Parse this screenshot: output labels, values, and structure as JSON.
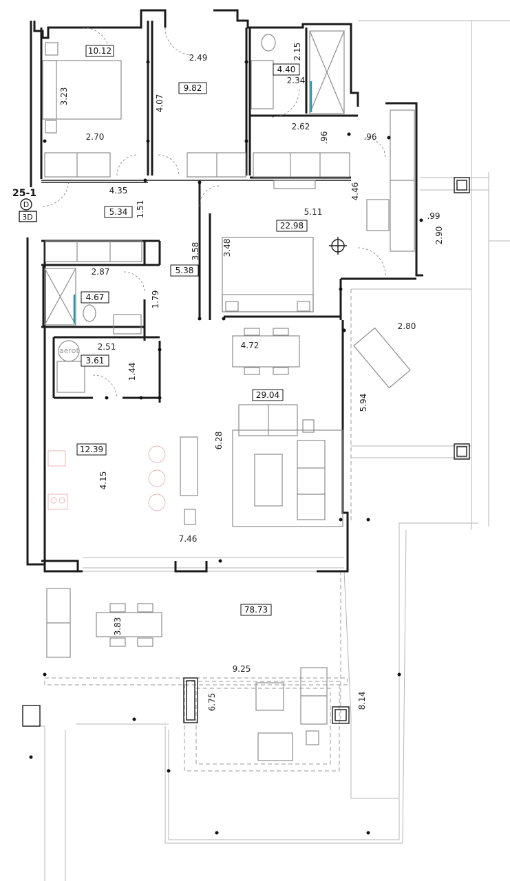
{
  "plan": {
    "unit_label": "25-1",
    "unit_type": "D",
    "view_label": "3D",
    "appliance_label": "aerot"
  },
  "rooms": [
    {
      "area": "10.12"
    },
    {
      "area": "9.82"
    },
    {
      "area": "4.40"
    },
    {
      "area": "5.34"
    },
    {
      "area": "22.98"
    },
    {
      "area": "5.38"
    },
    {
      "area": "4.67"
    },
    {
      "area": "3.61"
    },
    {
      "area": "29.04"
    },
    {
      "area": "12.39"
    },
    {
      "area": "78.73"
    }
  ],
  "dimensions": [
    "3.23",
    "2.49",
    "4.07",
    "2.15",
    "2.34",
    "2.70",
    "2.62",
    ".96",
    ".96",
    "4.35",
    "1.51",
    "4.46",
    "5.11",
    ".99",
    "2.90",
    "3.58",
    "3.48",
    "2.87",
    "1.79",
    "2.80",
    "2.51",
    "4.72",
    "1.44",
    "5.94",
    "6.28",
    "4.15",
    "7.46",
    "3.83",
    "9.25",
    "6.75",
    "8.14"
  ],
  "colors": {
    "wall": "#1a1a1a",
    "furniture": "#8c8c8c",
    "shower_glass": "#1a9bb0",
    "kitchen_hint": "#e7b0b0"
  }
}
